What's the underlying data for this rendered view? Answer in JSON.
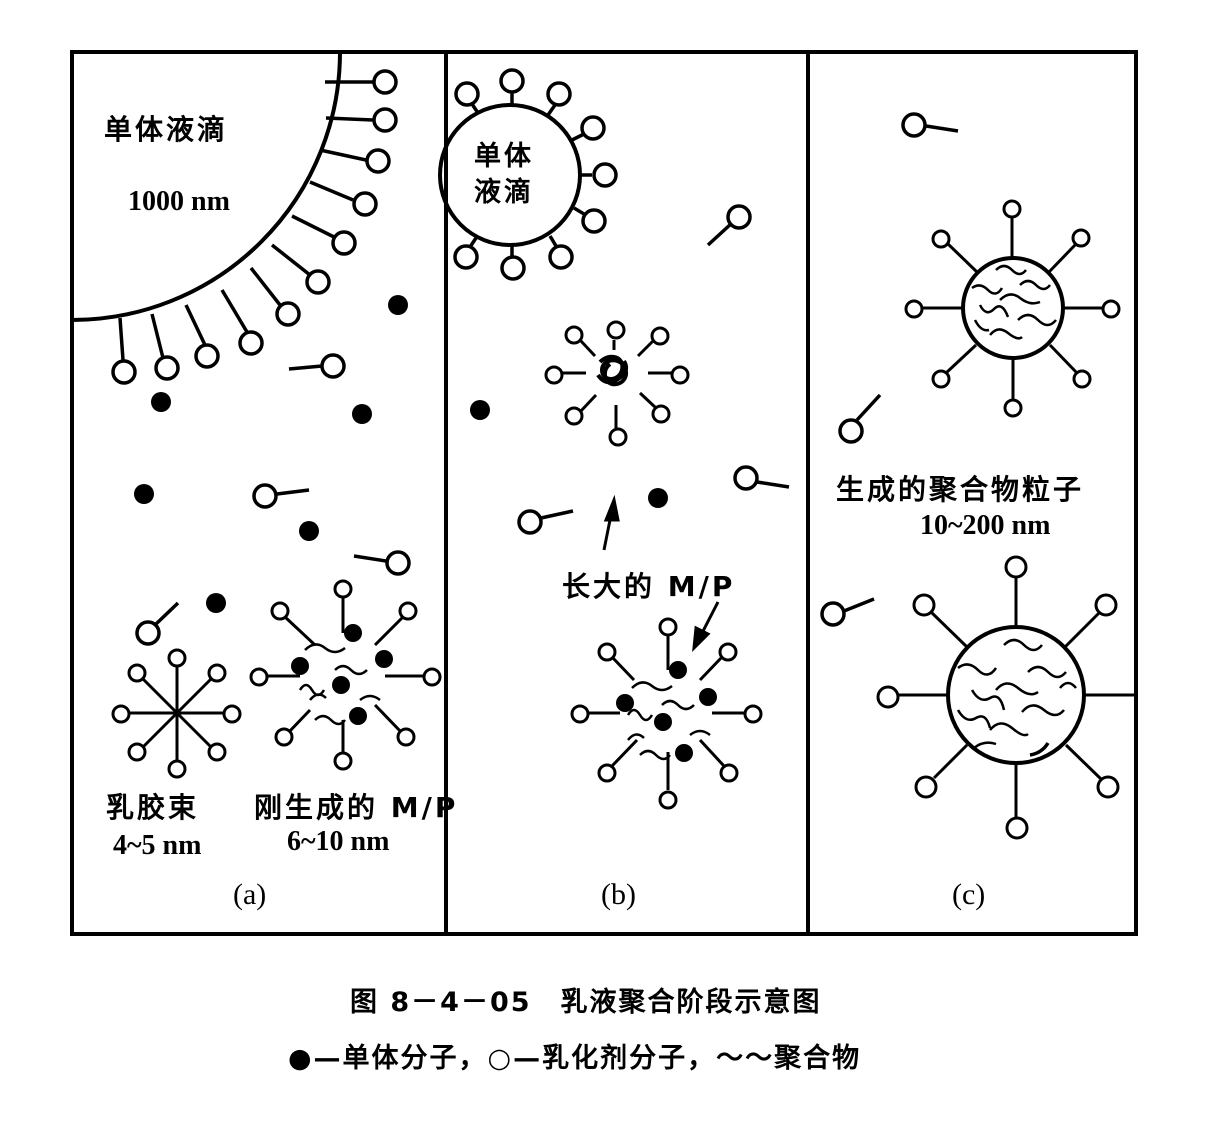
{
  "figure": {
    "caption_title": "图 8－4－05　乳液聚合阶段示意图",
    "caption_legend": "●—单体分子，○—乳化剂分子，～～聚合物"
  },
  "panels": [
    {
      "id": "a",
      "sublabel": "(a)",
      "labels": {
        "droplet": "单体液滴",
        "droplet_size": "1000 nm",
        "micelle": "乳胶束",
        "micelle_size": "4~5 nm",
        "new_mp": "刚生成的 M/P",
        "new_mp_size": "6~10 nm"
      }
    },
    {
      "id": "b",
      "sublabel": "(b)",
      "labels": {
        "droplet_line1": "单体",
        "droplet_line2": "液滴",
        "grown_mp": "长大的 M/P"
      }
    },
    {
      "id": "c",
      "sublabel": "(c)",
      "labels": {
        "particle": "生成的聚合物粒子",
        "particle_size": "10~200 nm"
      }
    }
  ],
  "legend": {
    "monomer": "单体分子",
    "emulsifier": "乳化剂分子",
    "polymer": "聚合物"
  },
  "colors": {
    "ink": "#000000",
    "paper": "#ffffff"
  }
}
